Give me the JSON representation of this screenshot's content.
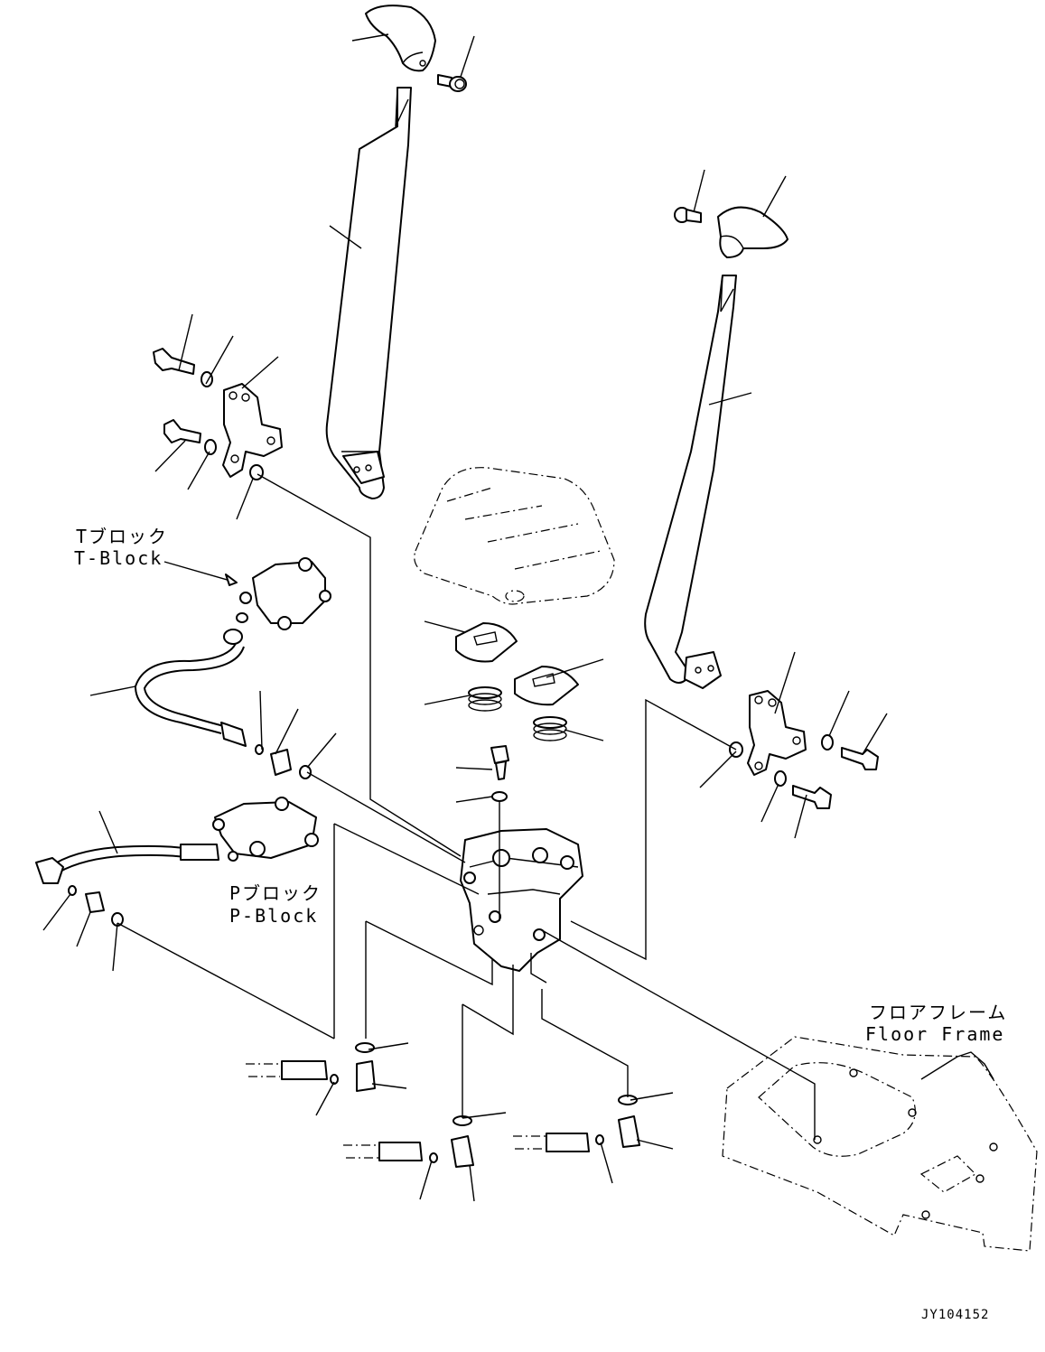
{
  "labels": {
    "t_block_ja": "Tブロック",
    "t_block_en": "T-Block",
    "p_block_ja": "Pブロック",
    "p_block_en": "P-Block",
    "floor_frame_ja": "フロアフレーム",
    "floor_frame_en": "Floor Frame"
  },
  "drawing_id": "JY104152"
}
